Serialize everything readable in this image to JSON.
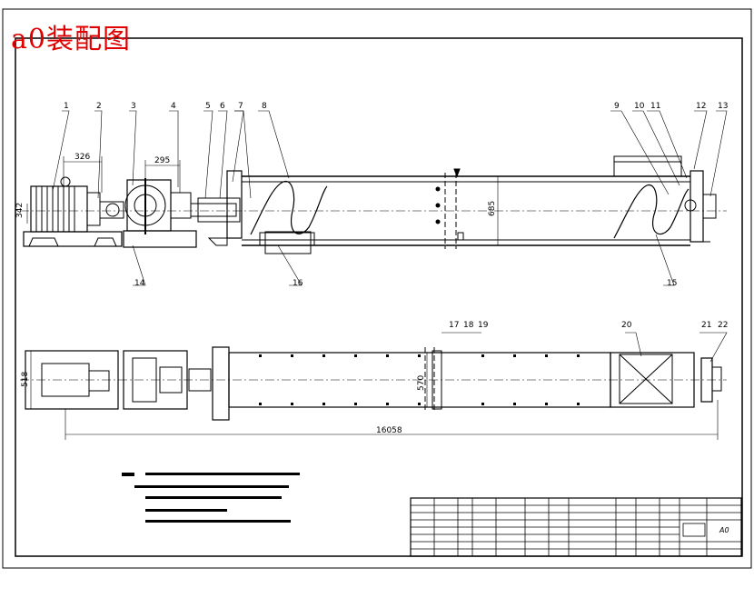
{
  "title": "a0装配图",
  "balloons": [
    "1",
    "2",
    "3",
    "4",
    "5",
    "6",
    "7",
    "8",
    "9",
    "10",
    "11",
    "12",
    "13",
    "14",
    "15",
    "16",
    "17",
    "18",
    "19",
    "20",
    "21",
    "22"
  ],
  "dimensions": {
    "motor_length": "326",
    "coupling_gap": "295",
    "front_height": "342",
    "trough_height": "685",
    "plan_width": "518",
    "plan_trough": "570",
    "overall_length": "16058"
  },
  "title_block": {
    "sheet_size": "A0"
  },
  "colors": {
    "line": "#000000",
    "title": "#e00000",
    "frame": "#000000"
  }
}
